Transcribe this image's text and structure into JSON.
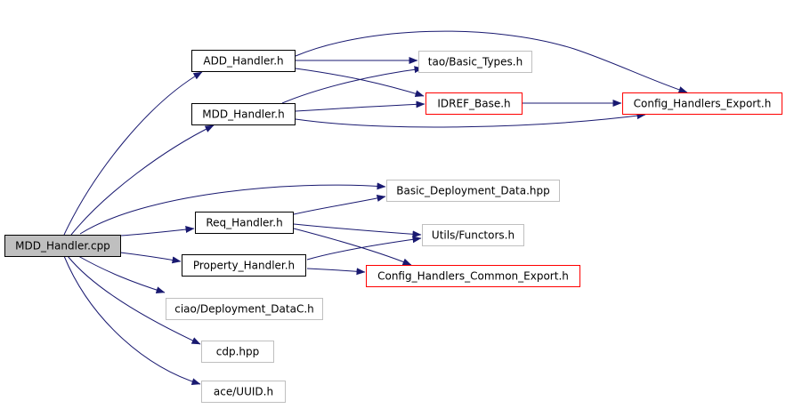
{
  "colors": {
    "edge": "#191970",
    "root_fill": "#bfbfbf",
    "border_solid": "#000000",
    "border_red": "#ff0000",
    "border_gray": "#bfbfbf",
    "background": "#ffffff"
  },
  "diagram": {
    "nodes": [
      {
        "id": "mdd_handler_cpp",
        "label": "MDD_Handler.cpp",
        "style": "root"
      },
      {
        "id": "add_handler_h",
        "label": "ADD_Handler.h",
        "style": "solid"
      },
      {
        "id": "mdd_handler_h",
        "label": "MDD_Handler.h",
        "style": "solid"
      },
      {
        "id": "req_handler_h",
        "label": "Req_Handler.h",
        "style": "solid"
      },
      {
        "id": "property_handler_h",
        "label": "Property_Handler.h",
        "style": "solid"
      },
      {
        "id": "tao_basic_types_h",
        "label": "tao/Basic_Types.h",
        "style": "gray"
      },
      {
        "id": "idref_base_h",
        "label": "IDREF_Base.h",
        "style": "red"
      },
      {
        "id": "config_handlers_export_h",
        "label": "Config_Handlers_Export.h",
        "style": "red"
      },
      {
        "id": "basic_deployment_data_hpp",
        "label": "Basic_Deployment_Data.hpp",
        "style": "gray"
      },
      {
        "id": "utils_functors_h",
        "label": "Utils/Functors.h",
        "style": "gray"
      },
      {
        "id": "config_handlers_common_export_h",
        "label": "Config_Handlers_Common_Export.h",
        "style": "red"
      },
      {
        "id": "ciao_deployment_datac_h",
        "label": "ciao/Deployment_DataC.h",
        "style": "gray"
      },
      {
        "id": "cdp_hpp",
        "label": "cdp.hpp",
        "style": "gray"
      },
      {
        "id": "ace_uuid_h",
        "label": "ace/UUID.h",
        "style": "gray"
      }
    ],
    "edges": [
      {
        "from": "mdd_handler_cpp",
        "to": "add_handler_h"
      },
      {
        "from": "mdd_handler_cpp",
        "to": "mdd_handler_h"
      },
      {
        "from": "mdd_handler_cpp",
        "to": "basic_deployment_data_hpp"
      },
      {
        "from": "mdd_handler_cpp",
        "to": "req_handler_h"
      },
      {
        "from": "mdd_handler_cpp",
        "to": "property_handler_h"
      },
      {
        "from": "mdd_handler_cpp",
        "to": "ciao_deployment_datac_h"
      },
      {
        "from": "mdd_handler_cpp",
        "to": "cdp_hpp"
      },
      {
        "from": "mdd_handler_cpp",
        "to": "ace_uuid_h"
      },
      {
        "from": "add_handler_h",
        "to": "config_handlers_export_h"
      },
      {
        "from": "add_handler_h",
        "to": "tao_basic_types_h"
      },
      {
        "from": "add_handler_h",
        "to": "idref_base_h"
      },
      {
        "from": "mdd_handler_h",
        "to": "tao_basic_types_h"
      },
      {
        "from": "mdd_handler_h",
        "to": "idref_base_h"
      },
      {
        "from": "mdd_handler_h",
        "to": "config_handlers_export_h"
      },
      {
        "from": "idref_base_h",
        "to": "config_handlers_export_h"
      },
      {
        "from": "req_handler_h",
        "to": "basic_deployment_data_hpp"
      },
      {
        "from": "req_handler_h",
        "to": "utils_functors_h"
      },
      {
        "from": "req_handler_h",
        "to": "config_handlers_common_export_h"
      },
      {
        "from": "property_handler_h",
        "to": "utils_functors_h"
      },
      {
        "from": "property_handler_h",
        "to": "config_handlers_common_export_h"
      }
    ]
  }
}
